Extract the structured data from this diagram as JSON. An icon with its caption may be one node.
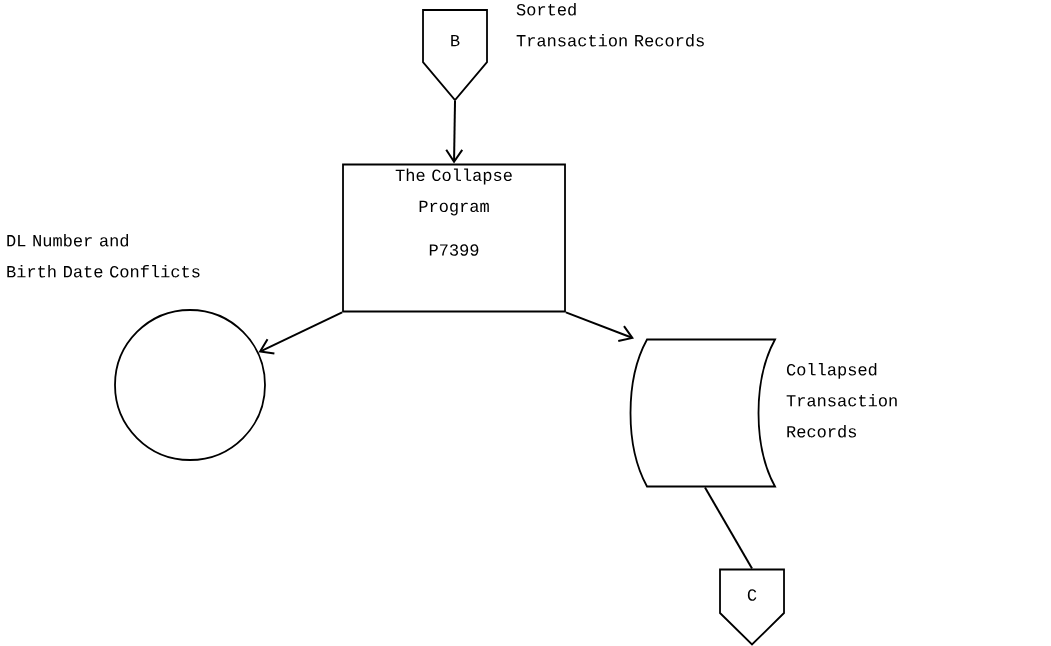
{
  "diagram": {
    "nodes": [
      {
        "text": [
          "B"
        ],
        "beside": [
          "Sorted Transaction Records"
        ]
      },
      {
        "text": [
          "The Collapse Program",
          "P7399"
        ]
      },
      {
        "text": [],
        "shape": "circle",
        "beside": [
          "DL Number and Birth Date Conflicts"
        ]
      },
      {
        "text": [],
        "shape": "storage",
        "beside": [
          "Collapsed Transaction Records"
        ]
      },
      {
        "text": [
          "C"
        ]
      }
    ],
    "edges": [
      {
        "from": 0,
        "to": 1,
        "arrow": "to"
      },
      {
        "from": 1,
        "to": 2,
        "arrow": "to"
      },
      {
        "from": 1,
        "to": 3,
        "arrow": "to"
      },
      {
        "from": 3,
        "to": 4,
        "arrow": "none"
      }
    ]
  }
}
